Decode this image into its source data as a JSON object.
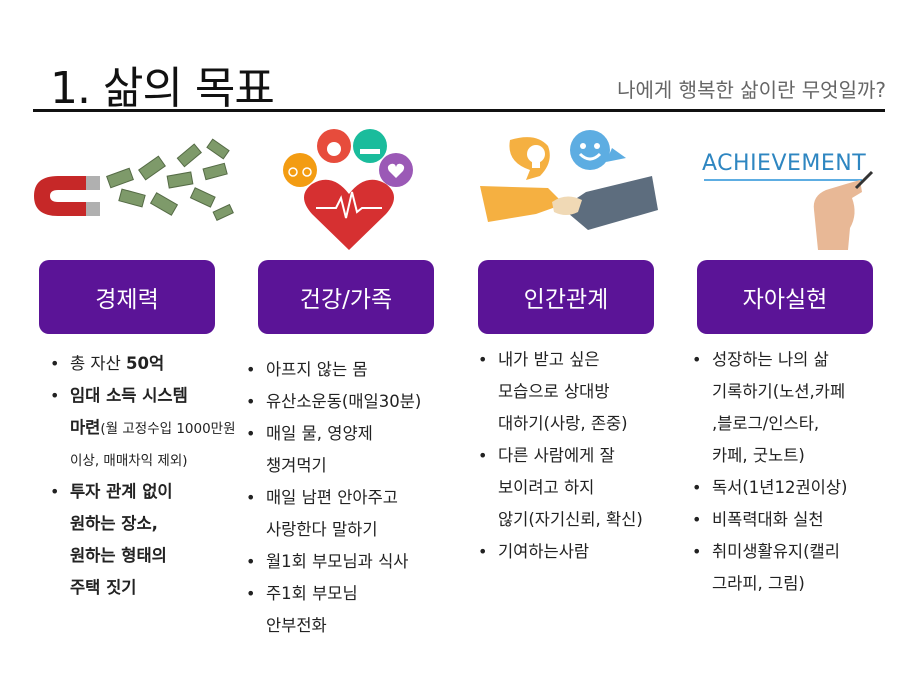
{
  "header": {
    "title": "1. 삶의 목표",
    "subtitle": "나에게 행복한 삶이란 무엇일까?"
  },
  "images": {
    "achievement_text": "ACHIEVEMENT"
  },
  "columns": [
    {
      "label": "경제력",
      "items": [
        {
          "a": "총 자산 ",
          "b": "50억"
        },
        {
          "bold1": "임대 소득 시스템",
          "bold2": "마련",
          "small": "(월 고정수입 1000만원이상, 매매차익 제외)"
        },
        {
          "bold1": "투자 관계 없이",
          "bold2": "원하는 장소,",
          "bold3": "원하는 형태의",
          "bold4": "주택 짓기"
        }
      ]
    },
    {
      "label": "건강/가족",
      "items": [
        "아프지 않는 몸",
        "유산소운동(매일30분)",
        "매일 물, 영양제",
        "챙겨먹기",
        "매일 남편 안아주고",
        "사랑한다 말하기",
        "월1회 부모님과 식사",
        "주1회 부모님",
        "안부전화"
      ]
    },
    {
      "label": "인간관계",
      "items": [
        "내가 받고 싶은",
        "모습으로 상대방",
        "대하기(사랑, 존중)",
        "다른 사람에게 잘",
        "보이려고 하지",
        "않기(자기신뢰, 확신)",
        "기여하는사람"
      ]
    },
    {
      "label": "자아실현",
      "items": [
        "성장하는 나의 삶",
        "기록하기(노션,카페",
        ",블로그/인스타,",
        "카페, 굿노트)",
        "독서(1년12권이상)",
        "비폭력대화 실천",
        "취미생활유지(캘리",
        "그라피, 그림)"
      ]
    }
  ],
  "colors": {
    "accent": "#5b1497",
    "rule": "#111111"
  }
}
